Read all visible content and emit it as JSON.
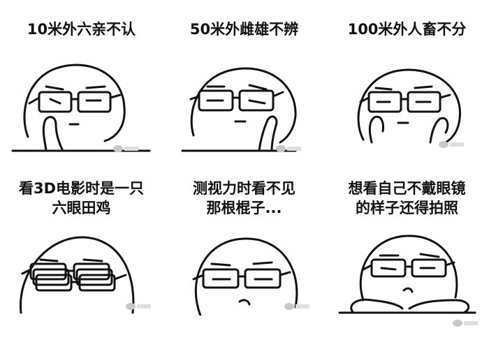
{
  "panels": [
    {
      "id": "10m",
      "caption": [
        "10米外六亲不认"
      ]
    },
    {
      "id": "50m",
      "caption": [
        "50米外雌雄不辨"
      ]
    },
    {
      "id": "100m",
      "caption": [
        "100米外人畜不分"
      ]
    },
    {
      "id": "3d",
      "caption": [
        "看3D电影时是一只",
        "六眼田鸡"
      ]
    },
    {
      "id": "eye-test",
      "caption": [
        "测视力时看不见",
        "那根棍子..."
      ]
    },
    {
      "id": "selfie",
      "caption": [
        "想看自己不戴眼镜",
        "的样子还得拍照"
      ]
    }
  ],
  "colors": {
    "ink": "#111111",
    "background": "#ffffff",
    "watermark": "#c8c8c8"
  },
  "icons": [
    "glasses-icon",
    "weibo-watermark-icon"
  ]
}
